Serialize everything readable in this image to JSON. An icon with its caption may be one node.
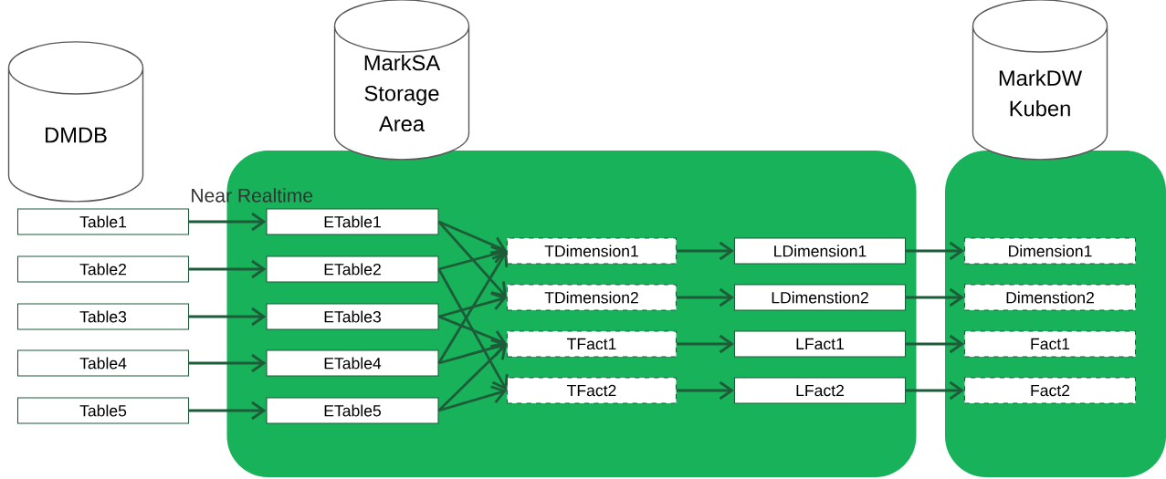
{
  "diagram": {
    "nodes": [
      {
        "text": [
          "DMDB"
        ]
      },
      {
        "text": [],
        "shape": "box"
      },
      {
        "text": [
          "MarkSA Storage Area"
        ]
      },
      {
        "text": [],
        "shape": "box"
      },
      {
        "text": [
          "MarkDW Kuben"
        ]
      },
      {
        "text": [
          "Table1"
        ]
      },
      {
        "text": [
          "Table2"
        ]
      },
      {
        "text": [
          "Table3"
        ]
      },
      {
        "text": [
          "Table4"
        ]
      },
      {
        "text": [
          "Table5"
        ]
      },
      {
        "text": [
          "ETable1"
        ],
        "in": 1
      },
      {
        "text": [
          "ETable2"
        ],
        "in": 1
      },
      {
        "text": [
          "ETable3"
        ],
        "in": 1
      },
      {
        "text": [
          "ETable4"
        ],
        "in": 1
      },
      {
        "text": [
          "ETable5"
        ],
        "in": 1
      },
      {
        "text": [
          "TDimension1"
        ],
        "in": 1
      },
      {
        "text": [
          "TDimension2"
        ],
        "in": 1
      },
      {
        "text": [
          "TFact1"
        ],
        "in": 1
      },
      {
        "text": [
          "TFact2"
        ],
        "in": 1
      },
      {
        "text": [
          "LDimension1"
        ],
        "in": 1
      },
      {
        "text": [
          "LDimenstion2"
        ],
        "in": 1
      },
      {
        "text": [
          "LFact1"
        ],
        "in": 1
      },
      {
        "text": [
          "LFact2"
        ],
        "in": 1
      },
      {
        "text": [
          "Dimension1"
        ],
        "in": 3
      },
      {
        "text": [
          "Dimenstion2"
        ],
        "in": 3
      },
      {
        "text": [
          "Fact1"
        ],
        "in": 3
      },
      {
        "text": [
          "Fact2"
        ],
        "in": 3
      }
    ],
    "edges": [
      {
        "from": 5,
        "to": 10,
        "arrow": "to"
      },
      {
        "from": 6,
        "to": 11,
        "arrow": "to"
      },
      {
        "from": 7,
        "to": 12,
        "arrow": "to"
      },
      {
        "from": 8,
        "to": 13,
        "arrow": "to"
      },
      {
        "from": 9,
        "to": 14,
        "arrow": "to"
      },
      {
        "from": 10,
        "to": 15,
        "arrow": "to"
      },
      {
        "from": 10,
        "to": 16,
        "arrow": "to"
      },
      {
        "from": 11,
        "to": 15,
        "arrow": "to"
      },
      {
        "from": 11,
        "to": 18,
        "arrow": "to"
      },
      {
        "from": 12,
        "to": 16,
        "arrow": "to"
      },
      {
        "from": 12,
        "to": 17,
        "arrow": "to"
      },
      {
        "from": 13,
        "to": 15,
        "arrow": "to"
      },
      {
        "from": 13,
        "to": 17,
        "arrow": "to"
      },
      {
        "from": 14,
        "to": 17,
        "arrow": "to"
      },
      {
        "from": 14,
        "to": 18,
        "arrow": "to"
      },
      {
        "from": 15,
        "to": 19,
        "arrow": "to"
      },
      {
        "from": 16,
        "to": 20,
        "arrow": "to"
      },
      {
        "from": 17,
        "to": 21,
        "arrow": "to"
      },
      {
        "from": 18,
        "to": 22,
        "arrow": "to"
      },
      {
        "from": 19,
        "to": 23,
        "arrow": "to"
      },
      {
        "from": 20,
        "to": 24,
        "arrow": "to"
      },
      {
        "from": 21,
        "to": 25,
        "arrow": "to"
      },
      {
        "from": 22,
        "to": 26,
        "arrow": "to"
      }
    ],
    "labels": [
      "Near Realtime"
    ]
  }
}
